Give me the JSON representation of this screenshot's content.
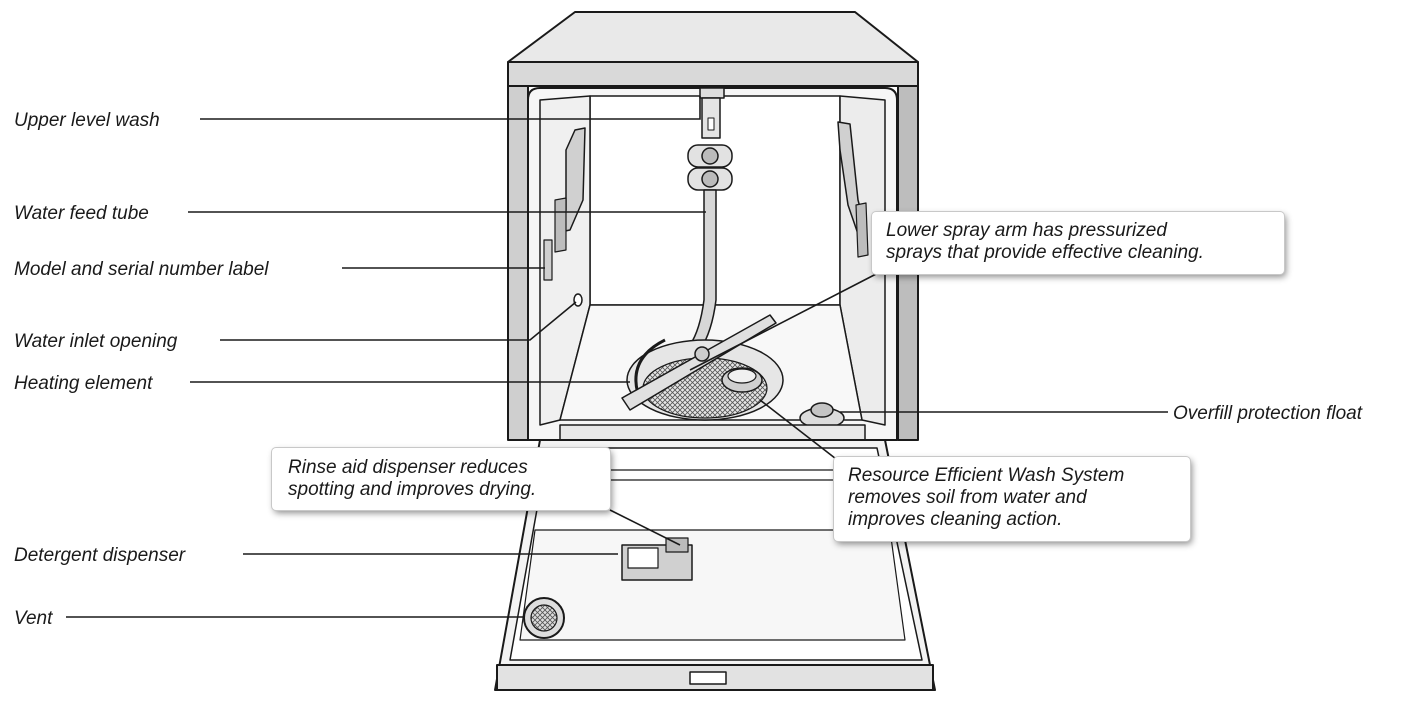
{
  "labels": {
    "upper_level_wash": "Upper level wash",
    "water_feed_tube": "Water feed tube",
    "model_serial_label": "Model and serial number label",
    "water_inlet_opening": "Water inlet opening",
    "heating_element": "Heating element",
    "detergent_dispenser": "Detergent dispenser",
    "vent": "Vent",
    "overfill_float": "Overfill protection float"
  },
  "callouts": {
    "lower_spray_arm": {
      "line1": "Lower spray arm has pressurized",
      "line2": "sprays that provide effective cleaning."
    },
    "rinse_aid": {
      "line1": "Rinse aid dispenser reduces",
      "line2": "spotting and improves drying."
    },
    "wash_system": {
      "line1": "Resource Efficient Wash System",
      "line2": "removes soil from water and",
      "line3": "improves cleaning action."
    }
  },
  "colors": {
    "line": "#1a1a1a",
    "body_fill": "#f4f4f4",
    "top_fill": "#e6e6e6",
    "tub_fill": "#ffffff"
  }
}
